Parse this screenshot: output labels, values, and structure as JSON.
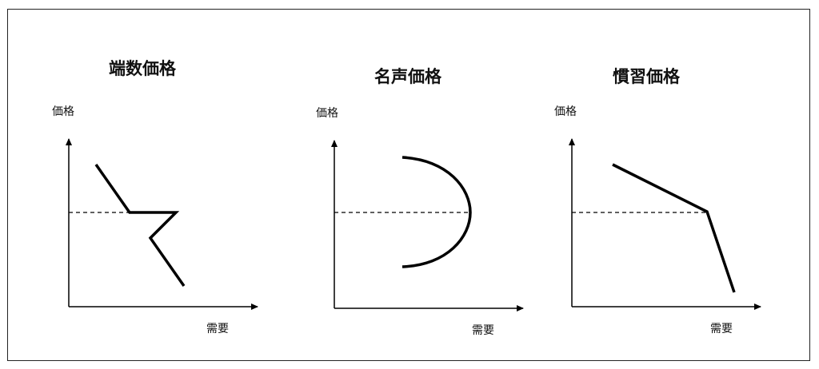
{
  "panels": [
    {
      "title": "端数価格",
      "y_label": "価格",
      "x_label": "需要",
      "curve": "kinked-zigzag demand curve",
      "reference_line": "dashed horizontal at the price point"
    },
    {
      "title": "名声価格",
      "y_label": "価格",
      "x_label": "需要",
      "curve": "backward-bending arc demand curve",
      "reference_line": "dashed horizontal at the price point"
    },
    {
      "title": "慣習価格",
      "y_label": "価格",
      "x_label": "需要",
      "curve": "kinked demand curve (gentle then steep)",
      "reference_line": "dashed horizontal at the customary price"
    }
  ],
  "colors": {
    "line": "#000000",
    "border": "#222222",
    "background": "#ffffff"
  }
}
